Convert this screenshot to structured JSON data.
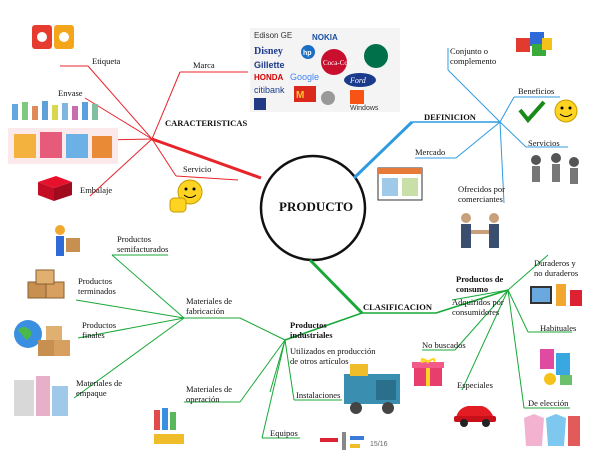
{
  "center": "PRODUCTO",
  "branches": {
    "caracteristicas": {
      "label": "CARACTERISTICAS",
      "color": "#e8242b",
      "items": {
        "marca": "Marca",
        "etiqueta": "Etiqueta",
        "envase": "Envase",
        "embalaje": "Embalaje",
        "servicio": "Servicio"
      }
    },
    "definicion": {
      "label": "DEFINICION",
      "color": "#2e9be0",
      "items": {
        "conjunto": "Conjunto o\ncomplemento",
        "beneficios": "Beneficios",
        "servicios": "Servicios",
        "mercado": "Mercado",
        "ofrecidos": "Ofrecidos por\ncomerciantes"
      }
    },
    "clasificacion": {
      "label": "CLASIFICACION",
      "color": "#18a838",
      "consumo": {
        "label": "Productos de\nconsumo",
        "duraderos": "Duraderos y\nno duraderos",
        "adquiridos": "Adquiridos por\nconsumidores",
        "no_buscados": "No buscados",
        "habituales": "Habituales",
        "especiales": "Especiales",
        "eleccion": "De elección"
      },
      "industriales": {
        "label": "Productos\nindustriales",
        "utilizados": "Utilizados en producción\nde otros artículos",
        "instalaciones": "Instalaciones",
        "equipos": "Equipos",
        "materiales_operacion": "Materiales de\noperación",
        "materiales_fabricacion": "Materiales de\nfabricación",
        "semifacturados": "Productos\nsemifacturados",
        "terminados": "Productos\nterminados",
        "finales": "Productos\nfinales",
        "empaque": "Materiales de\nempaque"
      }
    }
  },
  "page_number": "15/16",
  "logos": [
    "Edison",
    "GE",
    "NOKIA",
    "DISNEY",
    "hp",
    "Gillette",
    "Coca-Cola",
    "HONDA",
    "Google",
    "Ford",
    "citibank",
    "McDonald's",
    "Windows"
  ]
}
